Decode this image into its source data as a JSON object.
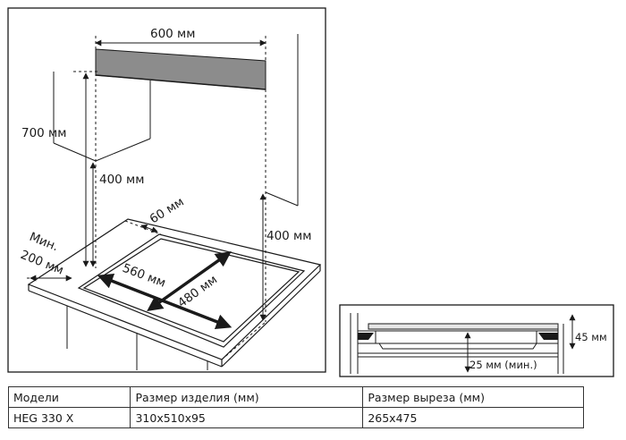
{
  "main_diagram": {
    "labels": {
      "width_600": "600 мм",
      "height_700": "700 мм",
      "left_400": "400 мм",
      "gap_60": "60 мм",
      "right_400": "400 мм",
      "min_label": "Мин.",
      "min_200": "200 мм",
      "depth_560": "560 мм",
      "width_480": "480 мм"
    }
  },
  "detail_diagram": {
    "labels": {
      "height_45": "45 мм",
      "min_25": "25 мм (мин.)"
    }
  },
  "table": {
    "headers": [
      "Модели",
      "Размер изделия (мм)",
      "Размер выреза (мм)"
    ],
    "rows": [
      [
        "HEG 330 X",
        "310x510x95",
        "265x475"
      ]
    ]
  }
}
